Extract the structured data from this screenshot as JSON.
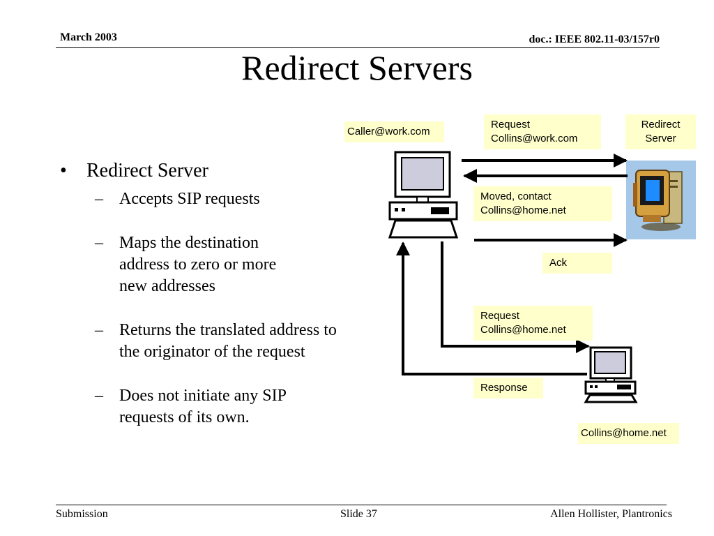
{
  "header": {
    "date": "March 2003",
    "doc": "doc.: IEEE 802.11-03/157r0"
  },
  "title": "Redirect Servers",
  "bullets": {
    "main": "Redirect Server",
    "items": [
      "Accepts SIP requests",
      "Maps the destination address to zero or more new addresses",
      "Returns the translated address to the originator of the request",
      "Does not initiate any SIP requests of its own."
    ]
  },
  "diagram": {
    "caller": "Caller@work.com",
    "request1": [
      "Request",
      "Collins@work.com"
    ],
    "redirect_server": [
      "Redirect",
      "Server"
    ],
    "moved": [
      "Moved, contact",
      "Collins@home.net"
    ],
    "ack": "Ack",
    "request2": [
      "Request",
      "Collins@home.net"
    ],
    "response": "Response",
    "callee": "Collins@home.net",
    "label_bg": "#ffffcc",
    "server_bg": "#a6c8e8"
  },
  "footer": {
    "left": "Submission",
    "center": "Slide 37",
    "right": "Allen Hollister, Plantronics"
  }
}
